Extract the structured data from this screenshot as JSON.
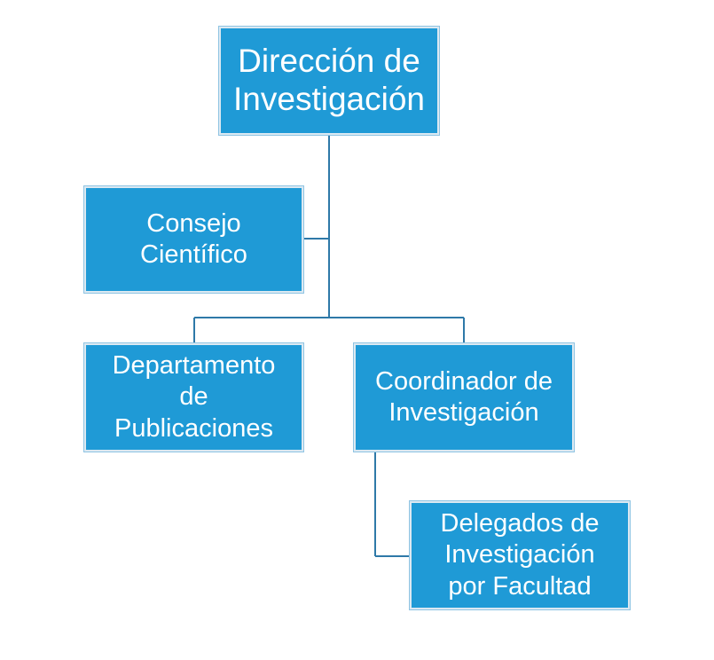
{
  "diagram": {
    "nodes": {
      "top": {
        "lines": [
          "Dirección de",
          "Investigación"
        ]
      },
      "consejo": {
        "lines": [
          "Consejo",
          "Científico"
        ]
      },
      "departamento": {
        "lines": [
          "Departamento",
          "de",
          "Publicaciones"
        ]
      },
      "coordinador": {
        "lines": [
          "Coordinador de",
          "Investigación"
        ]
      },
      "delegados": {
        "lines": [
          "Delegados de",
          "Investigación",
          "por Facultad"
        ]
      }
    },
    "colors": {
      "box_fill": "#1f9ad6",
      "box_text": "#ffffff",
      "connector": "#2e79a8"
    }
  }
}
